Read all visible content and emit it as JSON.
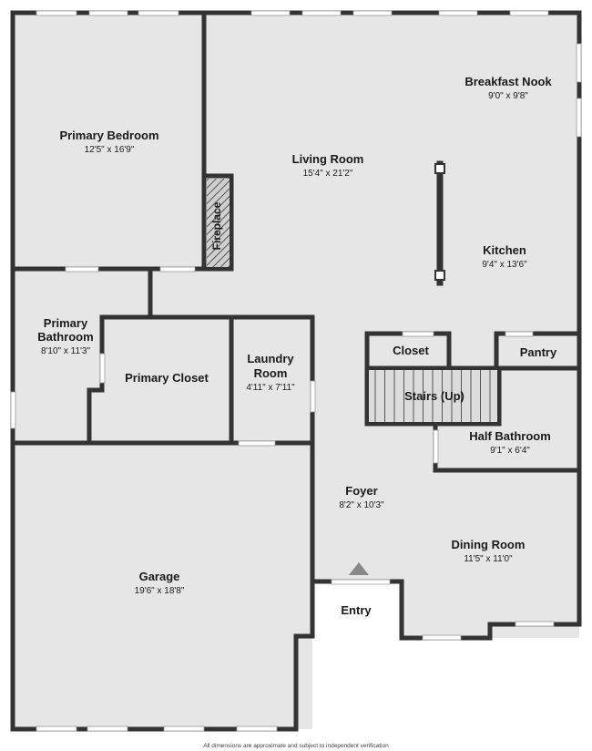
{
  "colors": {
    "wall": "#333333",
    "floor": "#e6e6e6",
    "window": "#ffffff",
    "background": "#ffffff",
    "hatch": "#555555"
  },
  "rooms": {
    "primary_bedroom": {
      "name": "Primary Bedroom",
      "dims": "12'5\" x 16'9\""
    },
    "living_room": {
      "name": "Living Room",
      "dims": "15'4\" x 21'2\""
    },
    "breakfast_nook": {
      "name": "Breakfast Nook",
      "dims": "9'0\" x 9'8\""
    },
    "kitchen": {
      "name": "Kitchen",
      "dims": "9'4\" x 13'6\""
    },
    "primary_bathroom": {
      "name_line1": "Primary",
      "name_line2": "Bathroom",
      "dims": "8'10\" x 11'3\""
    },
    "primary_closet": {
      "name": "Primary Closet"
    },
    "laundry_room": {
      "name_line1": "Laundry",
      "name_line2": "Room",
      "dims": "4'11\" x 7'11\""
    },
    "closet": {
      "name": "Closet"
    },
    "pantry": {
      "name": "Pantry"
    },
    "stairs": {
      "name": "Stairs (Up)"
    },
    "half_bathroom": {
      "name": "Half Bathroom",
      "dims": "9'1\" x 6'4\""
    },
    "foyer": {
      "name": "Foyer",
      "dims": "8'2\" x 10'3\""
    },
    "dining_room": {
      "name": "Dining Room",
      "dims": "11'5\" x 11'0\""
    },
    "garage": {
      "name": "Garage",
      "dims": "19'6\" x 18'8\""
    }
  },
  "fireplace": {
    "label": "Fireplace"
  },
  "entry": {
    "label": "Entry",
    "icon": "entry-arrow-icon"
  },
  "footnote": "All dimensions are approximate and subject to independent verification"
}
